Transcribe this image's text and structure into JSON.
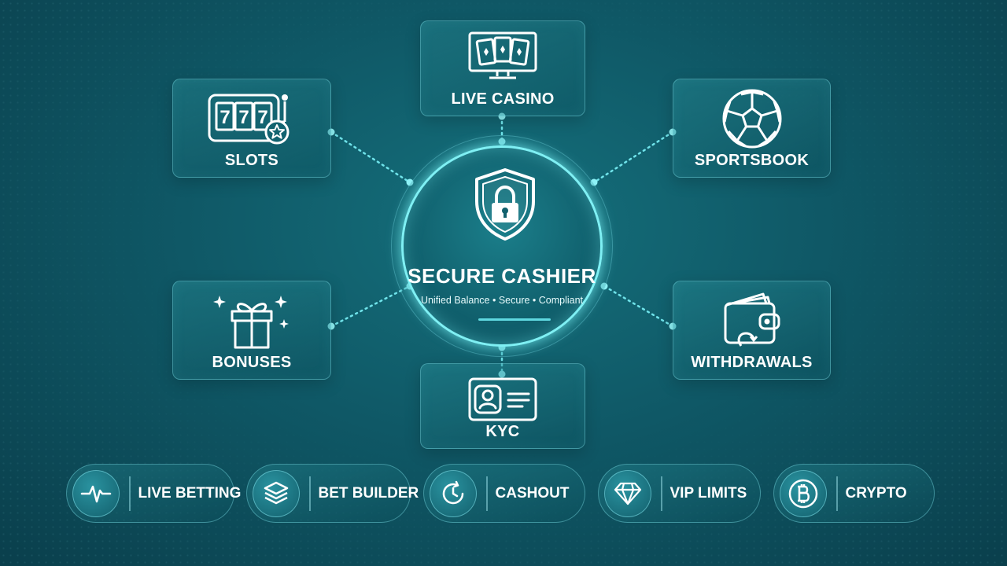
{
  "hub": {
    "title": "SECURE CASHIER",
    "subtitle": "Unified Balance • Secure • Compliant",
    "icon": "shield-lock-icon"
  },
  "modules": [
    {
      "id": "live-casino",
      "label": "LIVE CASINO",
      "icon": "monitor-cards-icon"
    },
    {
      "id": "slots",
      "label": "SLOTS",
      "icon": "slot-machine-icon"
    },
    {
      "id": "sportsbook",
      "label": "SPORTSBOOK",
      "icon": "soccer-ball-icon"
    },
    {
      "id": "bonuses",
      "label": "BONUSES",
      "icon": "gift-icon"
    },
    {
      "id": "withdrawals",
      "label": "WITHDRAWALS",
      "icon": "wallet-icon"
    },
    {
      "id": "kyc",
      "label": "KYC",
      "icon": "id-card-icon"
    }
  ],
  "features": [
    {
      "id": "live-betting",
      "label": "LIVE BETTING",
      "icon": "pulse-icon"
    },
    {
      "id": "bet-builder",
      "label": "BET BUILDER",
      "icon": "layers-icon"
    },
    {
      "id": "cashout",
      "label": "CASHOUT",
      "icon": "clock-refresh-icon"
    },
    {
      "id": "vip-limits",
      "label": "VIP LIMITS",
      "icon": "diamond-icon"
    },
    {
      "id": "crypto",
      "label": "CRYPTO",
      "icon": "bitcoin-icon"
    }
  ],
  "colors": {
    "background": "#0f5866",
    "accent_glow": "#7ff0f4",
    "card_border": "#78d7e1",
    "text": "#ffffff"
  }
}
